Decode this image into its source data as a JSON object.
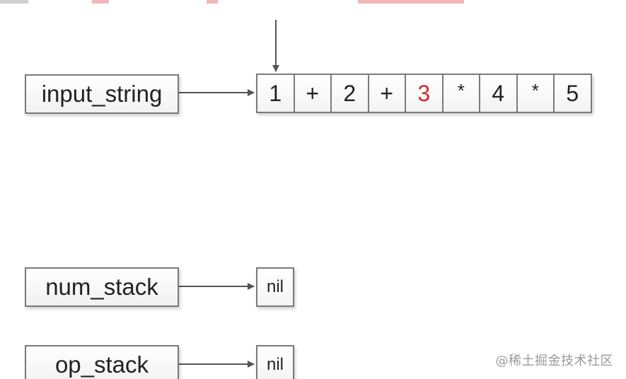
{
  "input": {
    "label": "input_string",
    "cells": [
      {
        "text": "1",
        "color": "#222222"
      },
      {
        "text": "+",
        "color": "#222222"
      },
      {
        "text": "2",
        "color": "#222222"
      },
      {
        "text": "+",
        "color": "#222222"
      },
      {
        "text": "3",
        "color": "#d12a2a"
      },
      {
        "text": "*",
        "color": "#222222"
      },
      {
        "text": "4",
        "color": "#222222"
      },
      {
        "text": "*",
        "color": "#222222"
      },
      {
        "text": "5",
        "color": "#222222"
      }
    ]
  },
  "num_stack": {
    "label": "num_stack",
    "value": "nil"
  },
  "op_stack": {
    "label": "op_stack",
    "value": "nil"
  },
  "watermark": "@稀土掘金技术社区",
  "colors": {
    "border": "#7a7a7a",
    "arrow": "#555555",
    "highlight": "#d12a2a"
  }
}
